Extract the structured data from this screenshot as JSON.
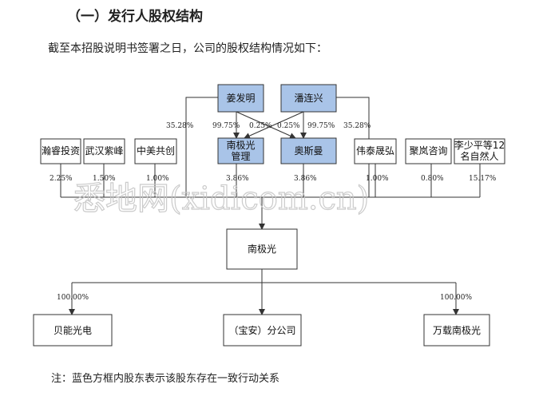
{
  "heading": "（一）发行人股权结构",
  "intro": "截至本招股说明书签署之日，公司的股权结构情况如下：",
  "note": "注：蓝色方框内股东表示该股东存在一致行动关系",
  "watermark": "悉地网(xidicom.cn)",
  "colors": {
    "concert_box": "#a9c4e8",
    "line": "#333333"
  },
  "chart": {
    "top_holders": [
      {
        "name": "姜发明",
        "pct_to_company": "35.28%",
        "pct_to_nanjiguang_mgmt": "99.75%",
        "pct_to_aosiman": "0.25%"
      },
      {
        "name": "潘连兴",
        "pct_to_company": "35.28%",
        "pct_to_nanjiguang_mgmt": "0.25%",
        "pct_to_aosiman": "99.75%"
      }
    ],
    "mid_holders": {
      "nanjiguang_mgmt": {
        "line1": "南极光",
        "line2": "管理",
        "pct": "3.86%"
      },
      "aosiman": {
        "name": "奥斯曼",
        "pct": "3.86%"
      }
    },
    "other_holders": [
      {
        "name": "瀚睿投资",
        "pct": "2.25%"
      },
      {
        "name": "武汉紫峰",
        "pct": "1.50%"
      },
      {
        "name": "中美共创",
        "pct": "1.00%"
      },
      {
        "name": "伟泰晟弘",
        "pct": "1.00%"
      },
      {
        "name": "聚岚咨询",
        "pct": "0.80%"
      },
      {
        "line1": "李少平等12",
        "line2": "名自然人",
        "pct": "15.17%"
      }
    ],
    "company": "南极光",
    "subsidiaries": [
      {
        "name": "贝能光电",
        "pct": "100.00%"
      },
      {
        "name": "（宝安）分公司",
        "pct": ""
      },
      {
        "name": "万载南极光",
        "pct": "100.00%"
      }
    ]
  }
}
